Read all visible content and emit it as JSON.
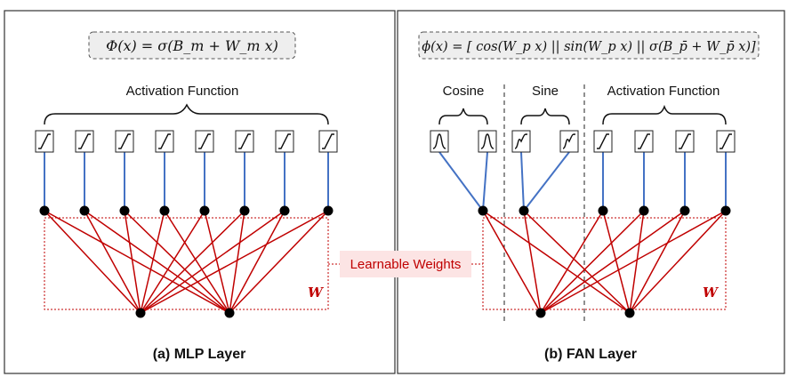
{
  "left_panel": {
    "formula": "Φ(x) = σ(B_m + W_m x)",
    "group_label": "Activation Function",
    "weight_label": "W",
    "caption": "(a) MLP Layer"
  },
  "right_panel": {
    "formula": "ϕ(x) = [ cos(W_p x) || sin(W_p x) || σ(B_p̄ + W_p̄ x)]",
    "cosine_label": "Cosine",
    "sine_label": "Sine",
    "activation_label": "Activation Function",
    "weight_label": "W",
    "caption": "(b) FAN Layer"
  },
  "shared": {
    "learnable_weights_label": "Learnable Weights"
  },
  "colors": {
    "weight_edge": "#c00000",
    "unit_edge": "#4472c4",
    "formula_box_fill": "#eeeeee",
    "learnable_box_fill": "#fce4e4"
  }
}
